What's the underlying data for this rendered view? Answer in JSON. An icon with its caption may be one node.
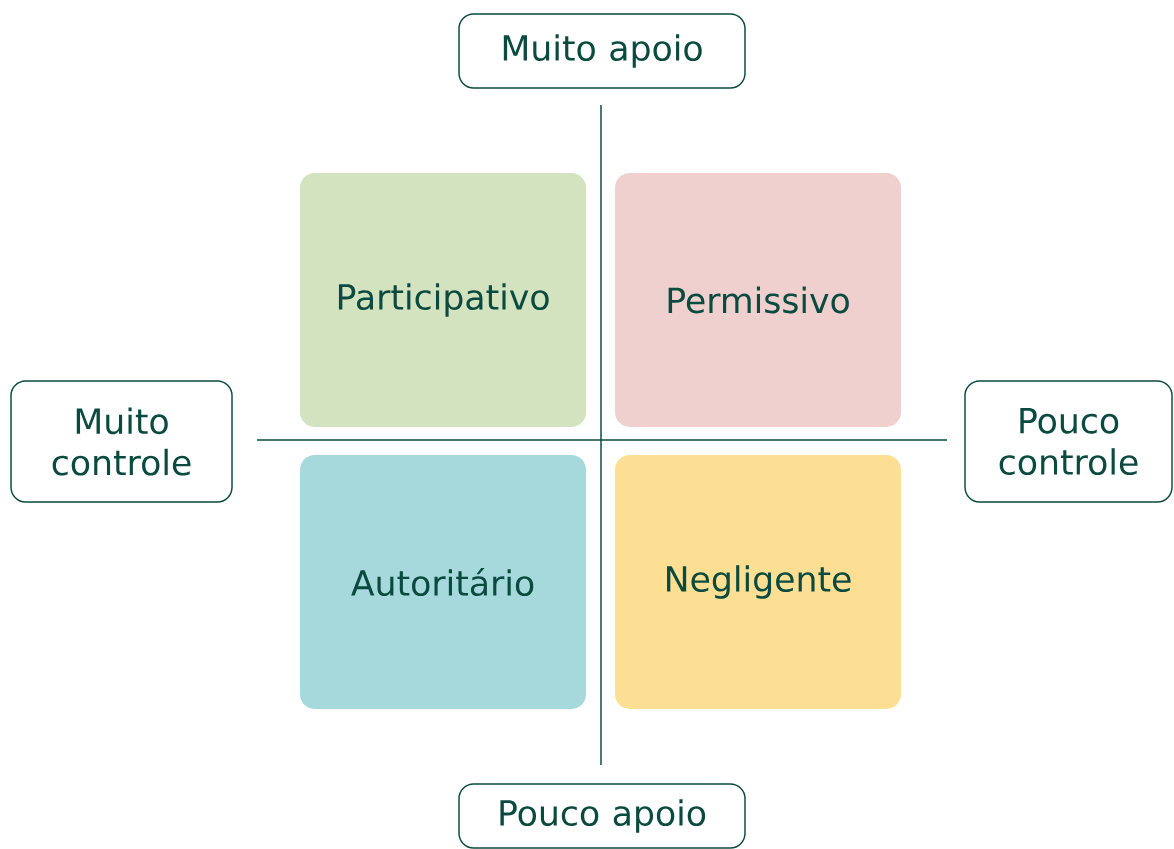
{
  "diagram": {
    "nodes": [
      {
        "text": [
          "Muito apoio"
        ]
      },
      {
        "text": [
          "Participativo"
        ]
      },
      {
        "text": [
          "Permissivo"
        ]
      },
      {
        "text": [
          "Muito controle"
        ]
      },
      {
        "text": [
          "Pouco controle"
        ]
      },
      {
        "text": [
          "Autoritário"
        ]
      },
      {
        "text": [
          "Negligente"
        ]
      },
      {
        "text": [
          "Pouco apoio"
        ]
      }
    ]
  }
}
